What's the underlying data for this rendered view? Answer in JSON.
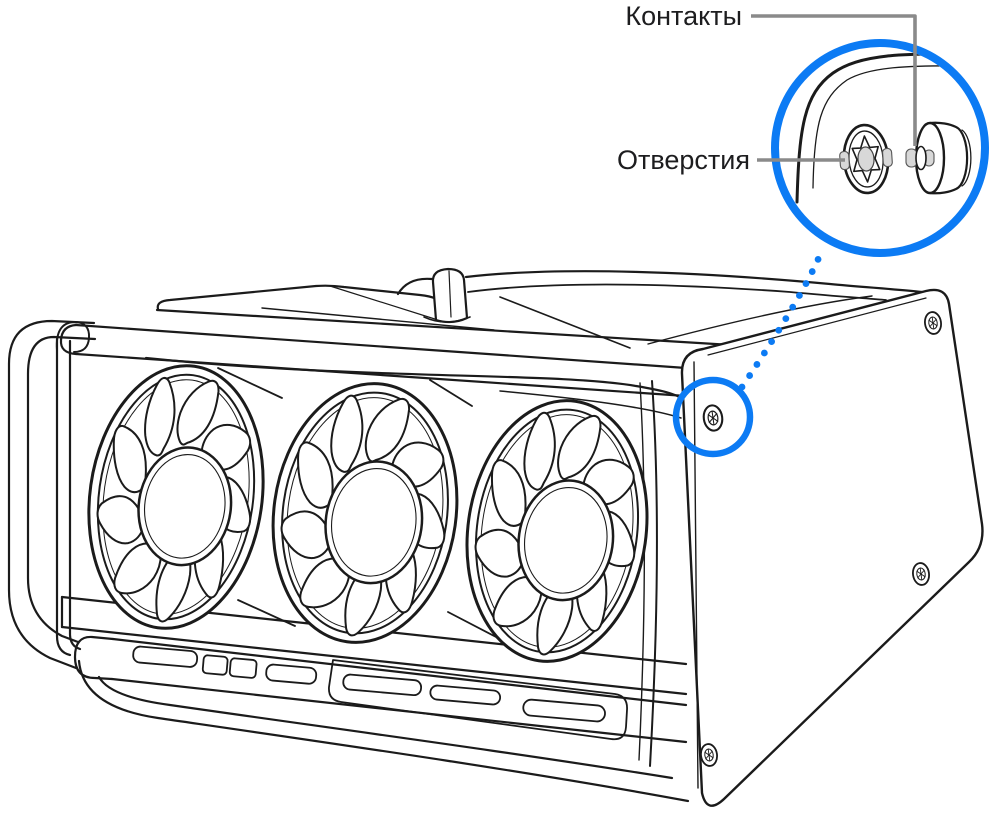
{
  "callout": {
    "contacts_label": "Контакты",
    "holes_label": "Отверстия"
  },
  "illustration": {
    "subject": "mac-pro-on-side",
    "fan_count": 3,
    "panel_screw_count": 4,
    "highlighted_screw": "top-left-of-side-panel"
  },
  "colors": {
    "highlight_blue": "#0C7BF4",
    "leader_gray": "#8A8A8A",
    "line_black": "#1B1B1B",
    "metal_gray": "#D8D8D8",
    "text_black": "#1D1D1F"
  }
}
